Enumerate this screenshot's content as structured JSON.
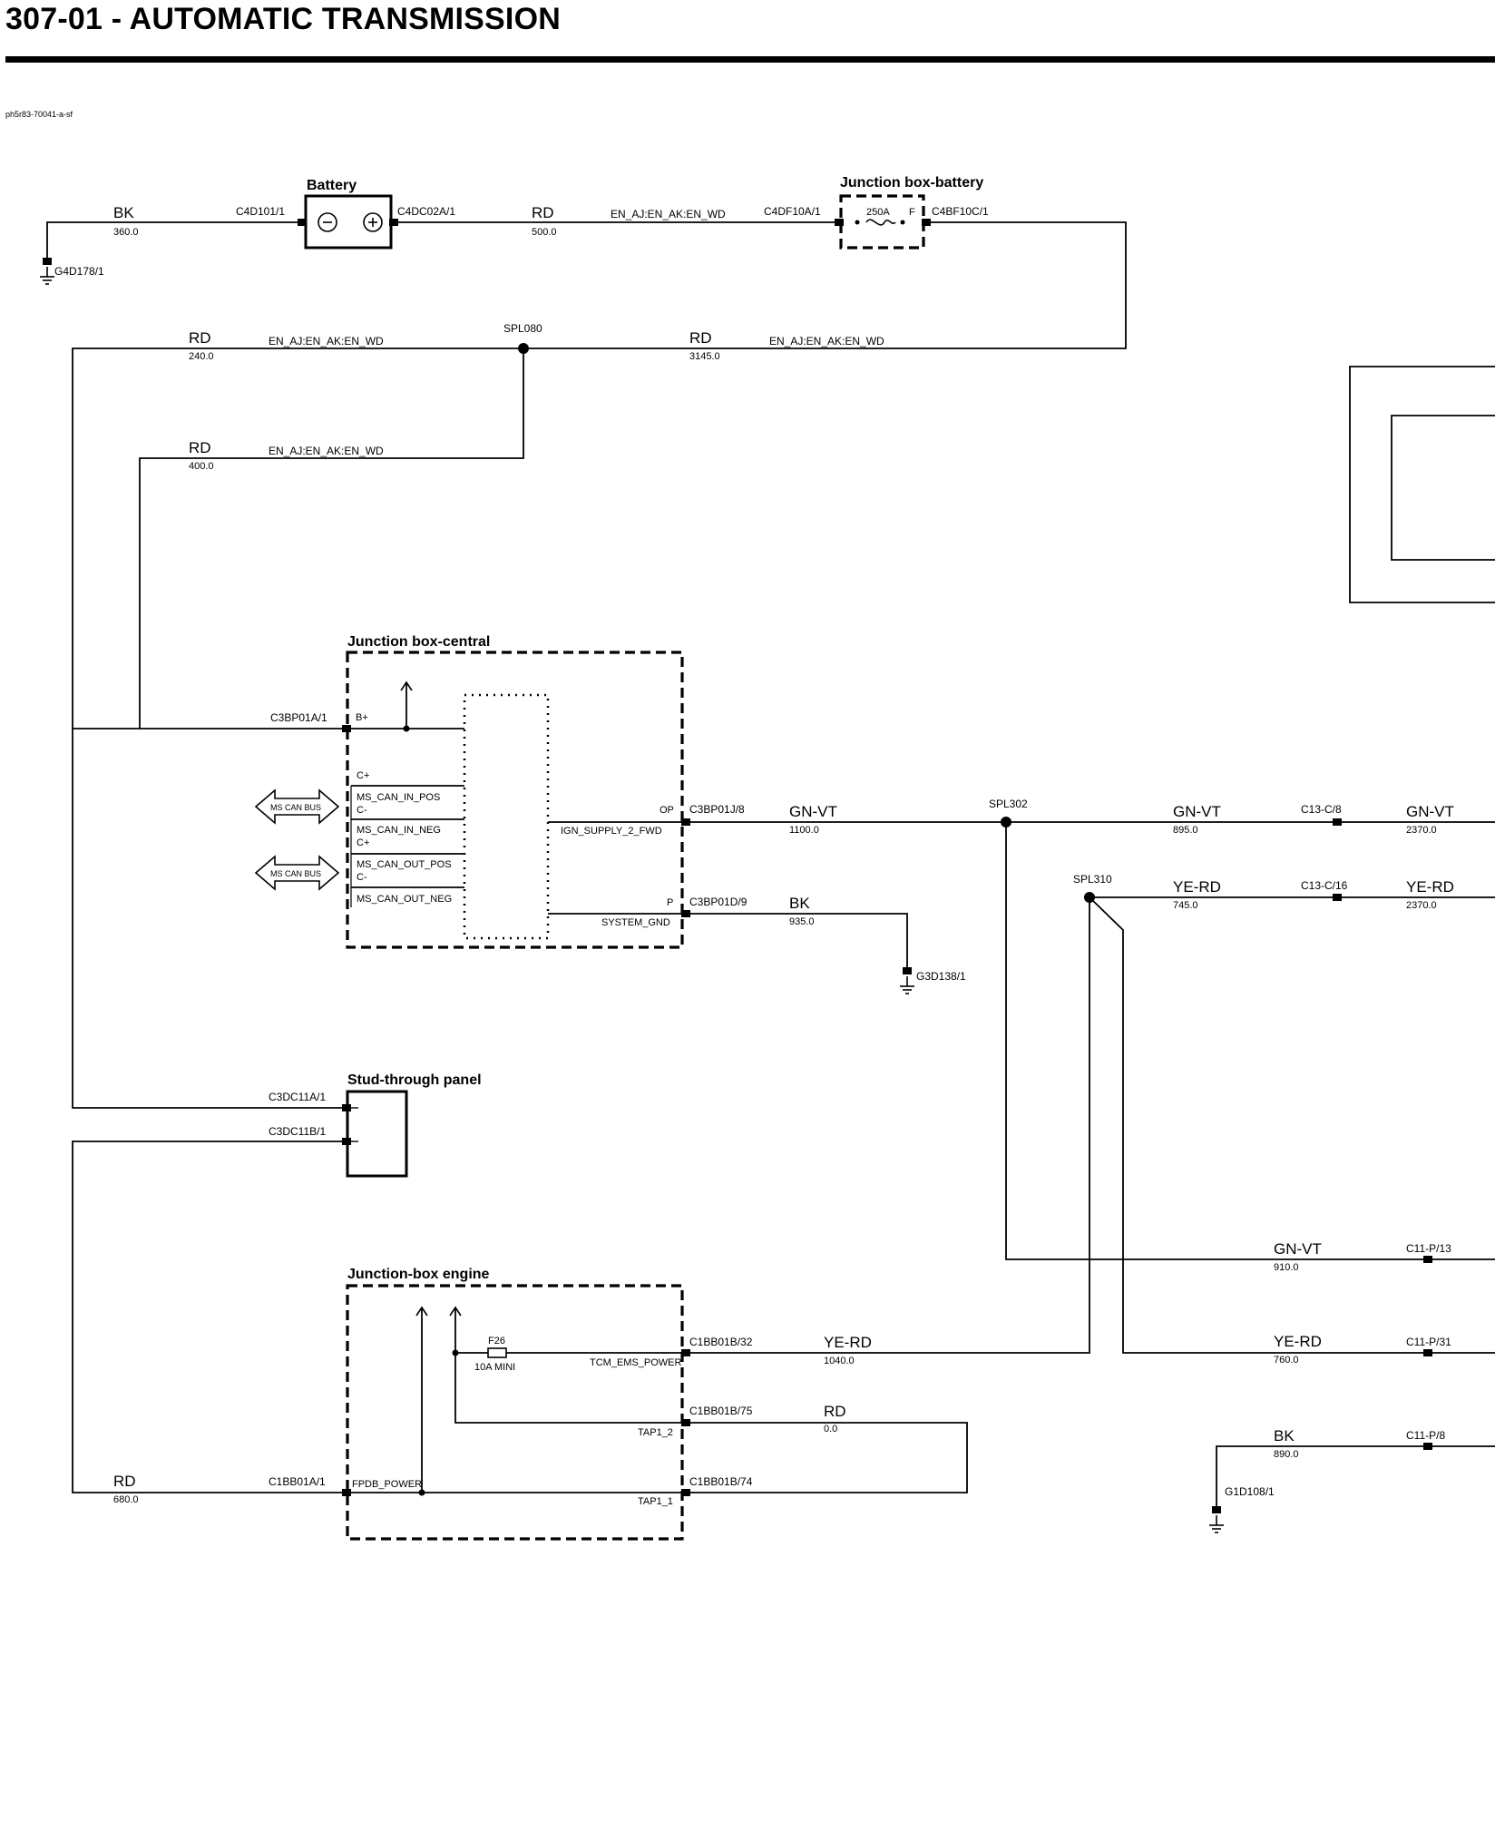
{
  "title": "307-01 - AUTOMATIC TRANSMISSION",
  "diagram_id": "ph5r83-70041-a-sf",
  "components": {
    "battery": "Battery",
    "jb_battery": "Junction box-battery",
    "jb_central": "Junction box-central",
    "stud_panel": "Stud-through panel",
    "jb_engine": "Junction-box engine"
  },
  "connectors": {
    "c4d101": "C4D101/1",
    "c4dc02a": "C4DC02A/1",
    "c4df10a": "C4DF10A/1",
    "c4bf10c": "C4BF10C/1",
    "g4d178": "G4D178/1",
    "c3bp01a": "C3BP01A/1",
    "c3bp01j": "C3BP01J/8",
    "c3bp01d": "C3BP01D/9",
    "g3d138": "G3D138/1",
    "c3dc11a": "C3DC11A/1",
    "c3dc11b": "C3DC11B/1",
    "c1bb01a": "C1BB01A/1",
    "c1bb01b32": "C1BB01B/32",
    "c1bb01b75": "C1BB01B/75",
    "c1bb01b74": "C1BB01B/74",
    "c13c8": "C13-C/8",
    "c13c16": "C13-C/16",
    "c11p13": "C11-P/13",
    "c11p31": "C11-P/31",
    "c11p8": "C11-P/8",
    "g1d108": "G1D108/1"
  },
  "splices": {
    "spl080": "SPL080",
    "spl302": "SPL302",
    "spl310": "SPL310"
  },
  "wires": {
    "w1": {
      "color": "BK",
      "length": "360.0"
    },
    "w2": {
      "color": "RD",
      "length": "500.0",
      "code": "EN_AJ:EN_AK:EN_WD"
    },
    "w3": {
      "color": "RD",
      "length": "240.0",
      "code": "EN_AJ:EN_AK:EN_WD"
    },
    "w4": {
      "color": "RD",
      "length": "3145.0",
      "code": "EN_AJ:EN_AK:EN_WD"
    },
    "w5": {
      "color": "RD",
      "length": "400.0",
      "code": "EN_AJ:EN_AK:EN_WD"
    },
    "w6": {
      "color": "GN-VT",
      "length": "1100.0"
    },
    "w7": {
      "color": "GN-VT",
      "length": "895.0"
    },
    "w8": {
      "color": "GN-VT",
      "length": "2370.0"
    },
    "w9": {
      "color": "YE-RD",
      "length": "745.0"
    },
    "w10": {
      "color": "YE-RD",
      "length": "2370.0"
    },
    "w11": {
      "color": "BK",
      "length": "935.0"
    },
    "w12": {
      "color": "GN-VT",
      "length": "910.0"
    },
    "w13": {
      "color": "YE-RD",
      "length": "1040.0"
    },
    "w14": {
      "color": "YE-RD",
      "length": "760.0"
    },
    "w15": {
      "color": "RD",
      "length": "0.0"
    },
    "w16": {
      "color": "BK",
      "length": "890.0"
    },
    "w17": {
      "color": "RD",
      "length": "680.0"
    }
  },
  "fuses": {
    "main": {
      "rating": "250A",
      "pin_f": "F"
    },
    "f26": {
      "name": "F26",
      "rating": "10A MINI"
    }
  },
  "pins": {
    "b_plus": "B+",
    "c_plus_1": "C+",
    "ms_can_in_pos": "MS_CAN_IN_POS",
    "c_minus_1": "C-",
    "ms_can_in_neg": "MS_CAN_IN_NEG",
    "c_plus_2": "C+",
    "ms_can_out_pos": "MS_CAN_OUT_POS",
    "c_minus_2": "C-",
    "ms_can_out_neg": "MS_CAN_OUT_NEG",
    "op": "OP",
    "ign_supply": "IGN_SUPPLY_2_FWD",
    "p": "P",
    "system_gnd": "SYSTEM_GND",
    "tcm_ems_power": "TCM_EMS_POWER",
    "tap1_2": "TAP1_2",
    "tap1_1": "TAP1_1",
    "fpdb_power": "FPDB_POWER"
  },
  "bus_labels": {
    "bus1": "MS CAN BUS",
    "bus2": "MS CAN BUS"
  }
}
